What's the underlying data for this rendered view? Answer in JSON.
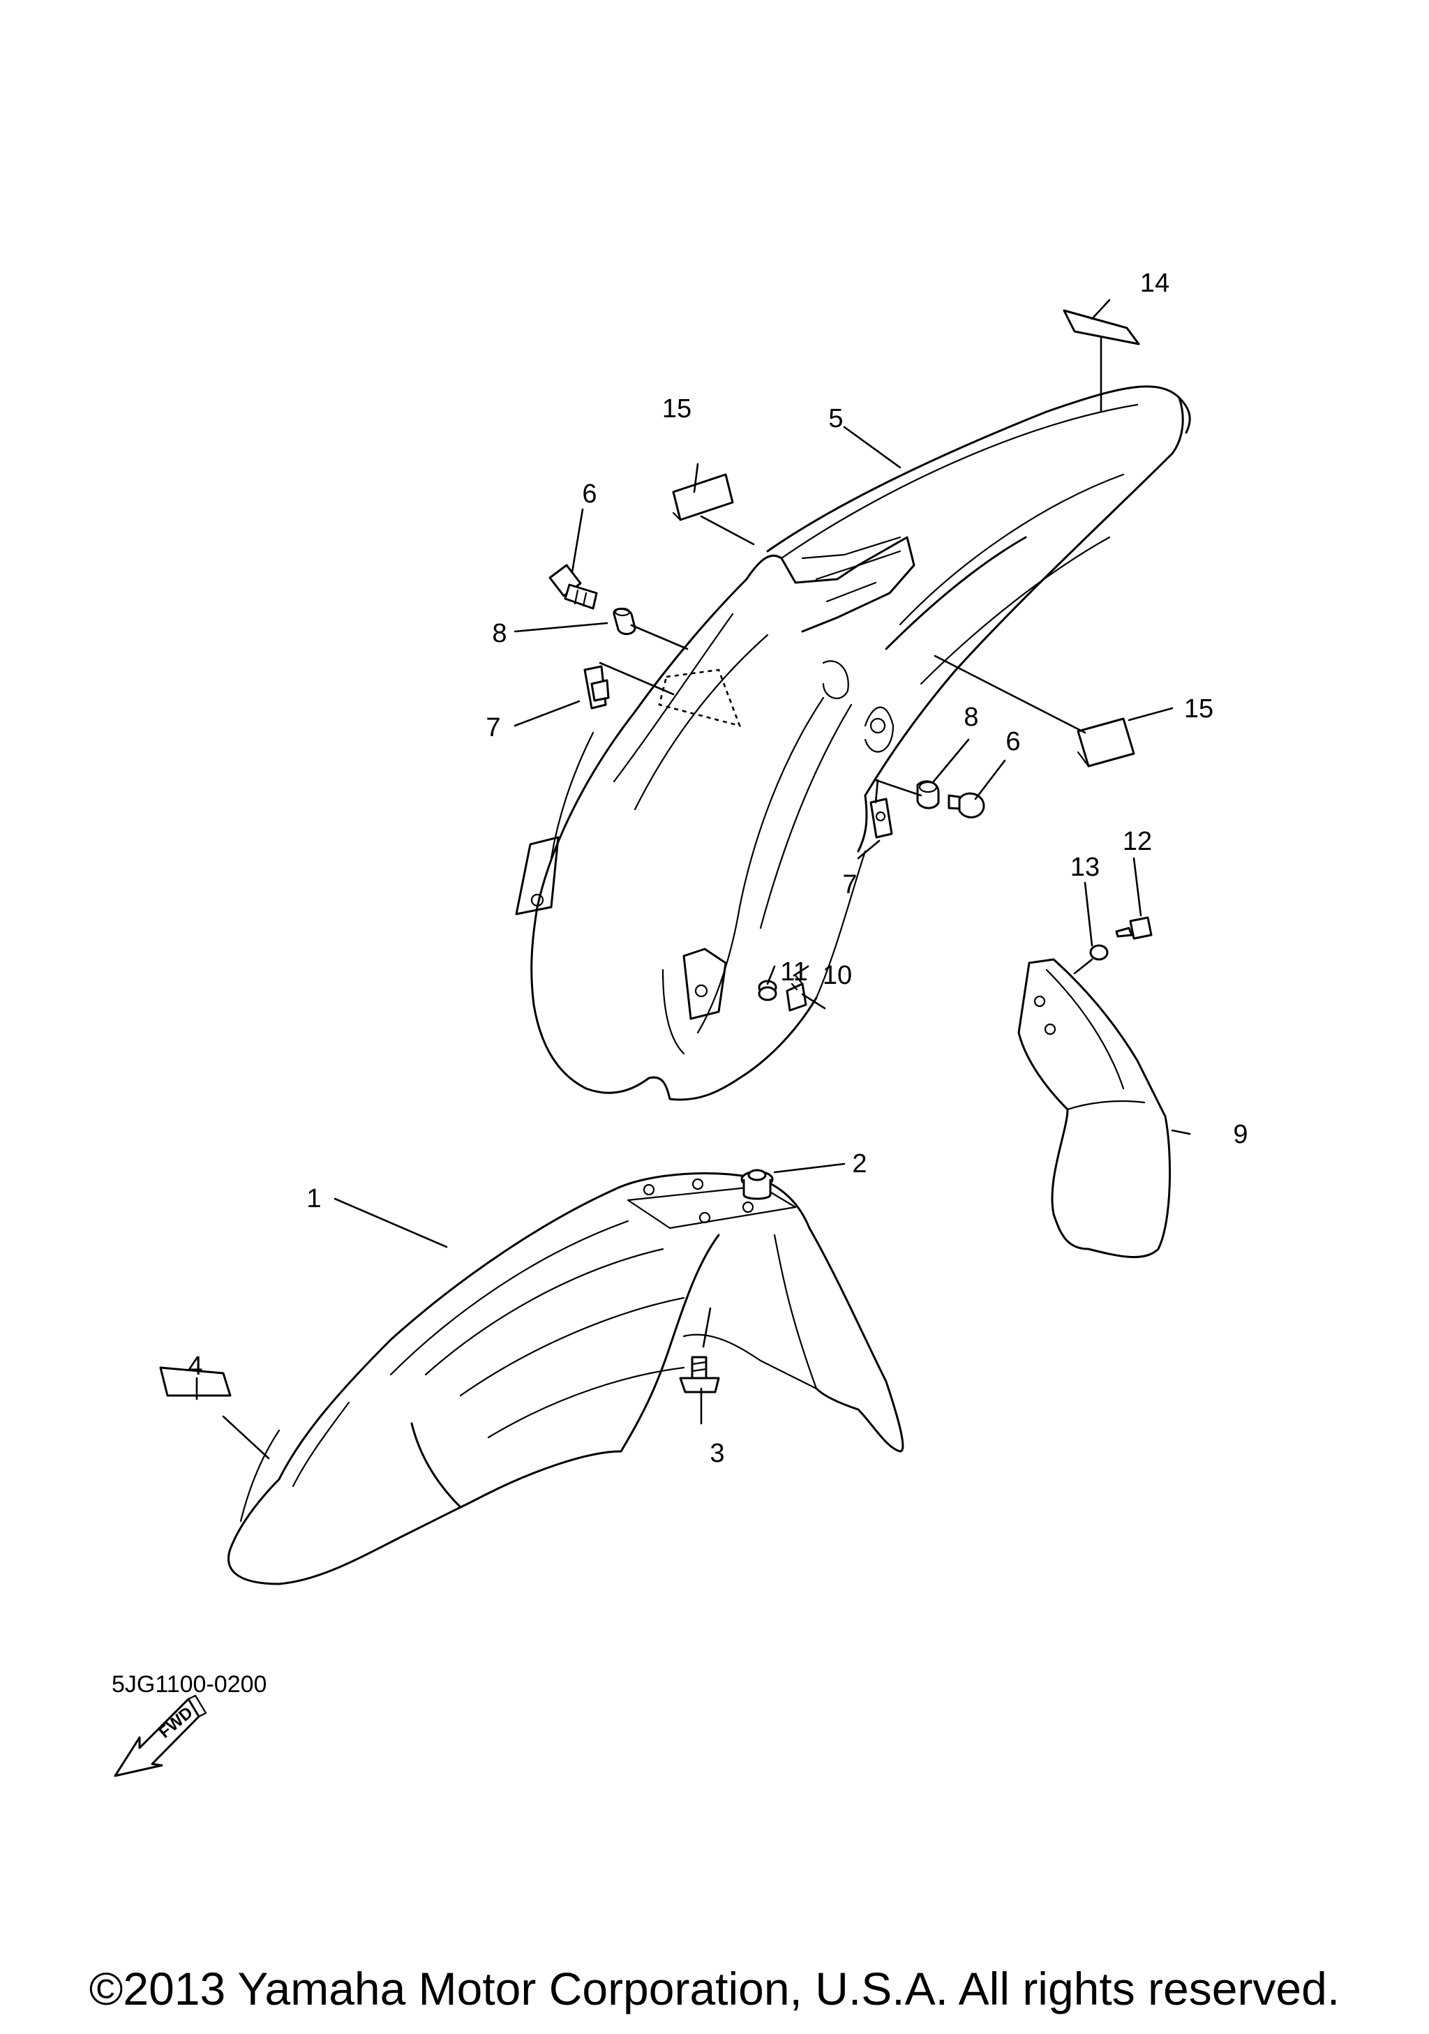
{
  "diagram": {
    "code": "5JG1100-0200",
    "fwd_label": "FWD",
    "copyright": "©2013 Yamaha Motor Corporation, U.S.A. All rights reserved.",
    "callouts": [
      {
        "id": "c1",
        "label": "1"
      },
      {
        "id": "c2",
        "label": "2"
      },
      {
        "id": "c3",
        "label": "3"
      },
      {
        "id": "c4",
        "label": "4"
      },
      {
        "id": "c5",
        "label": "5"
      },
      {
        "id": "c6a",
        "label": "6"
      },
      {
        "id": "c6b",
        "label": "6"
      },
      {
        "id": "c7a",
        "label": "7"
      },
      {
        "id": "c7b",
        "label": "7"
      },
      {
        "id": "c8a",
        "label": "8"
      },
      {
        "id": "c8b",
        "label": "8"
      },
      {
        "id": "c9",
        "label": "9"
      },
      {
        "id": "c10",
        "label": "10"
      },
      {
        "id": "c11",
        "label": "11"
      },
      {
        "id": "c12",
        "label": "12"
      },
      {
        "id": "c13",
        "label": "13"
      },
      {
        "id": "c14",
        "label": "14"
      },
      {
        "id": "c15a",
        "label": "15"
      },
      {
        "id": "c15b",
        "label": "15"
      }
    ]
  }
}
